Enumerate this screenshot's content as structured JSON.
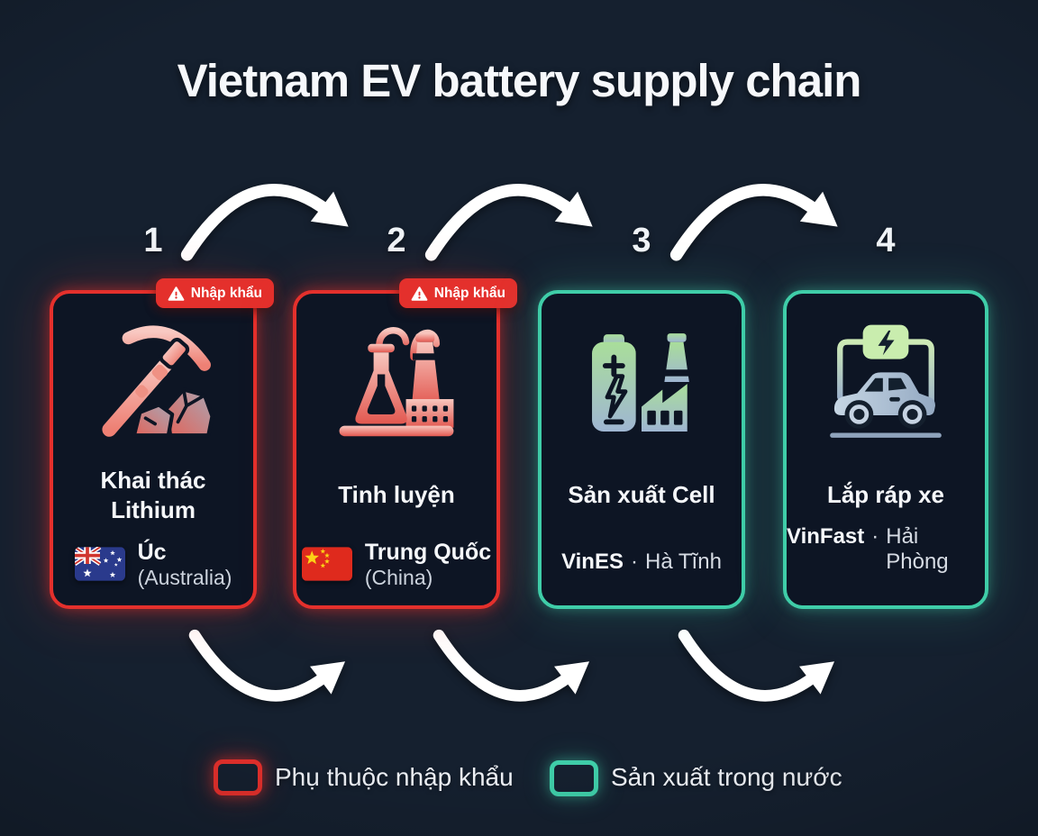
{
  "title": "Vietnam EV battery supply chain",
  "colors": {
    "background": "#15202f",
    "card_background": "#0d1524",
    "import_red": "#e4302c",
    "domestic_teal": "#3fcda8",
    "title_text": "#f6f8fb",
    "secondary_text": "#ccd3dd"
  },
  "stages": [
    {
      "number": "1",
      "title": "Khai thác Lithium",
      "status": "import",
      "badge": "Nhập khẩu",
      "badge_icon": "warning-triangle-icon",
      "icon": "lithium-mining-icon",
      "flag": "australia-flag-icon",
      "country": "Úc",
      "country_en": "(Australia)"
    },
    {
      "number": "2",
      "title": "Tinh luyện",
      "status": "import",
      "badge": "Nhập khẩu",
      "badge_icon": "warning-triangle-icon",
      "icon": "refinery-icon",
      "flag": "china-flag-icon",
      "country": "Trung Quốc",
      "country_en": "(China)"
    },
    {
      "number": "3",
      "title": "Sản xuất Cell",
      "status": "domestic",
      "icon": "battery-cell-factory-icon",
      "company": "VinES",
      "separator": "·",
      "location": "Hà Tĩnh"
    },
    {
      "number": "4",
      "title": "Lắp ráp xe",
      "status": "domestic",
      "icon": "ev-car-assembly-icon",
      "company": "VinFast",
      "separator": "·",
      "location": "Hải Phòng"
    }
  ],
  "legend": {
    "items": [
      {
        "label": "Phụ thuộc nhập khẩu",
        "color": "#e4302c"
      },
      {
        "label": "Sản xuất trong nước",
        "color": "#3fcda8"
      }
    ]
  }
}
